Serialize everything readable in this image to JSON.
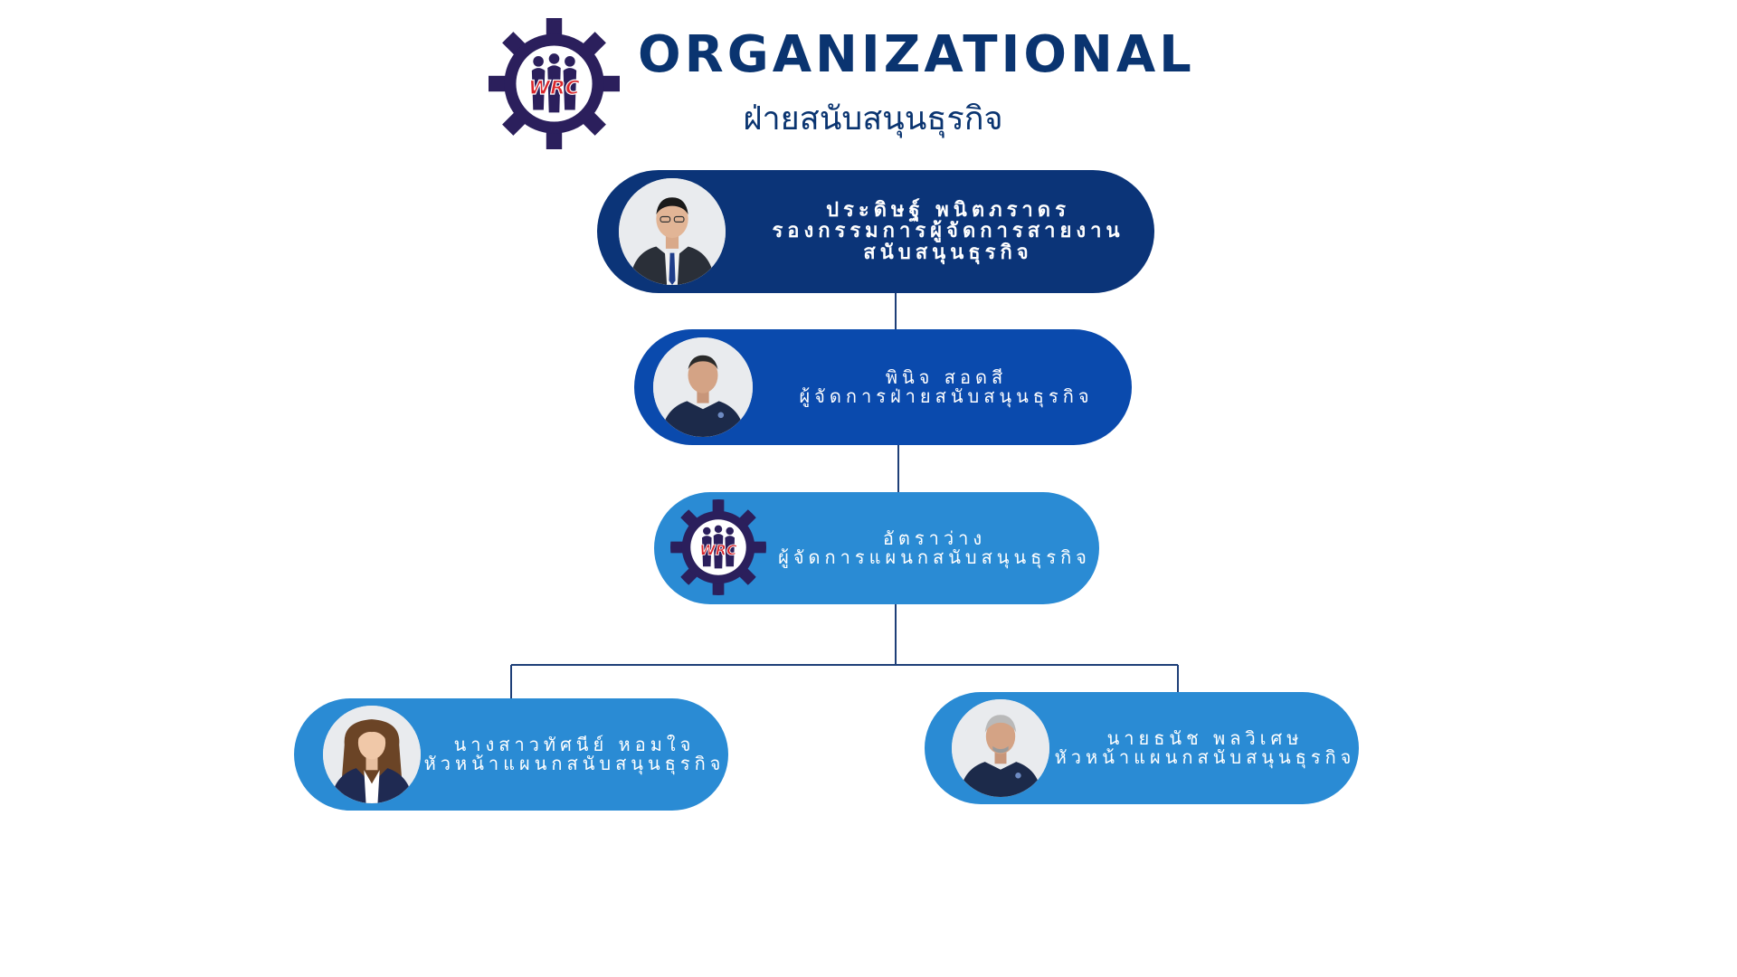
{
  "header": {
    "title": "ORGANIZATIONAL",
    "subtitle": "ฝ่ายสนับสนุนธุรกิจ",
    "logo_text": "WRC"
  },
  "colors": {
    "title": "#0a3470",
    "level1": "#0b3478",
    "level2": "#0a4aad",
    "level3": "#2a8bd4",
    "connector": "#1e3f78",
    "logo_gear": "#2b1f5c",
    "logo_text": "#d9262c"
  },
  "nodes": [
    {
      "name": "ประดิษฐ์ พนิตภราดร",
      "position_line1": "รองกรรมการผู้จัดการสายงาน",
      "position_line2": "สนับสนุนธุรกิจ",
      "photo": "person-portrait"
    },
    {
      "name": "พินิจ สอดสี",
      "position": "ผู้จัดการฝ่ายสนับสนุนธุรกิจ",
      "photo": "person-portrait"
    },
    {
      "name": "อัตราว่าง",
      "position": "ผู้จัดการแผนกสนับสนุนธุรกิจ",
      "photo": "wrc-logo-icon"
    },
    {
      "name": "นางสาวทัศนีย์ หอมใจ",
      "position": "หัวหน้าแผนกสนับสนุนธุรกิจ",
      "photo": "person-portrait"
    },
    {
      "name": "นายธนัช พลวิเศษ",
      "position": "หัวหน้าแผนกสนับสนุนธุรกิจ",
      "photo": "person-portrait"
    }
  ]
}
